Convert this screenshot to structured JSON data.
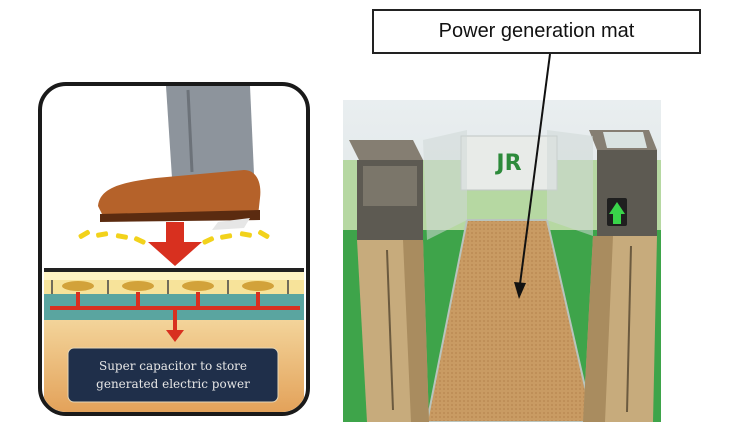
{
  "callout": {
    "label": "Power generation mat"
  },
  "diagram": {
    "storage_label_line1": "Super capacitor to store",
    "storage_label_line2": "generated electric power"
  },
  "photo": {
    "logo_text": "JR"
  },
  "colors": {
    "frame": "#1a1a1a",
    "shoe": "#b5622a",
    "arrow_red": "#d8301f",
    "layer_teal": "#5aa5a0",
    "layer_orange": "#e7b36f",
    "capacitor_box": "#1f2f4a",
    "floor_green": "#3ea44a",
    "mat": "#c79a62",
    "gate_panel": "#c7ab7c"
  }
}
